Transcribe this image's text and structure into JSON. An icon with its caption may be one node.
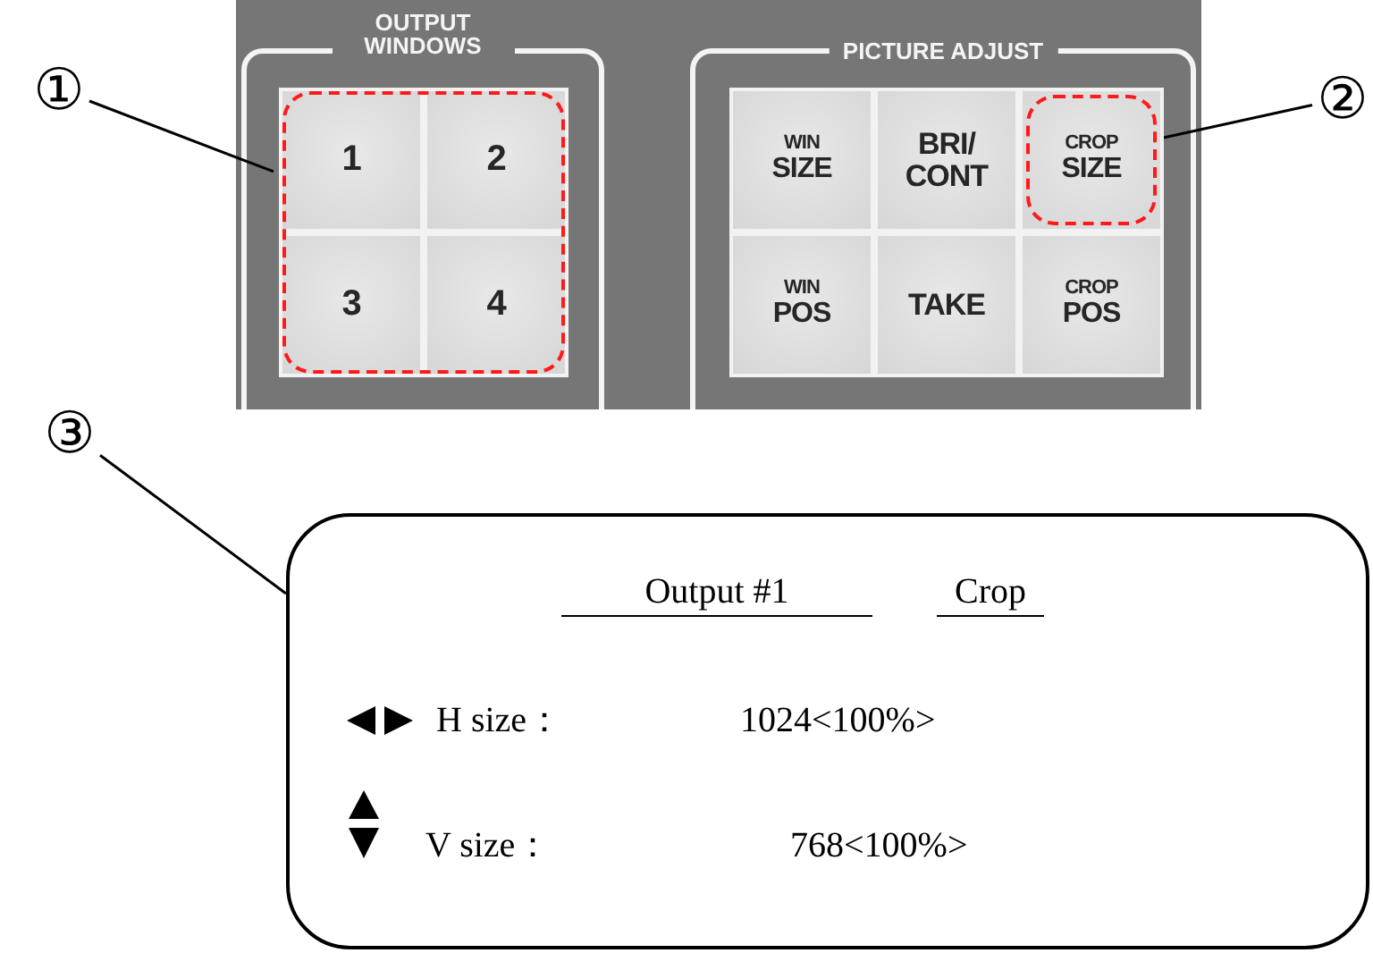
{
  "diagram": {
    "nodes": [
      {
        "text": [
          "OUTPUT WINDOWS"
        ]
      },
      {
        "text": [],
        "shape": "box",
        "in": 0
      },
      {
        "text": [
          "1"
        ],
        "in": 1
      },
      {
        "text": [
          "2"
        ],
        "in": 1
      },
      {
        "text": [
          "3"
        ],
        "in": 1
      },
      {
        "text": [
          "4"
        ],
        "in": 1
      },
      {
        "text": [
          "PICTURE ADJUST"
        ]
      },
      {
        "text": [
          "WIN",
          "SIZE"
        ],
        "in": 6
      },
      {
        "text": [
          "BRI/ CONT"
        ],
        "in": 6
      },
      {
        "text": [],
        "shape": "box",
        "in": 6
      },
      {
        "text": [
          "CROP",
          "SIZE"
        ],
        "in": 9
      },
      {
        "text": [
          "WIN",
          "POS"
        ],
        "in": 6
      },
      {
        "text": [
          "TAKE"
        ],
        "in": 6
      },
      {
        "text": [
          "CROP",
          "POS"
        ],
        "in": 6
      },
      {
        "text": [
          "①"
        ]
      },
      {
        "text": [
          "②"
        ]
      },
      {
        "text": [
          "③"
        ]
      },
      {
        "text": [
          "Output #1",
          "Crop",
          "H size：",
          "1024<100%>",
          "V size：",
          "768<100%>"
        ]
      }
    ],
    "edges": [
      {
        "from": 14,
        "to": 1,
        "arrow": "none"
      },
      {
        "from": 15,
        "to": 9,
        "arrow": "none"
      },
      {
        "from": 16,
        "to": 17,
        "arrow": "none"
      }
    ]
  }
}
